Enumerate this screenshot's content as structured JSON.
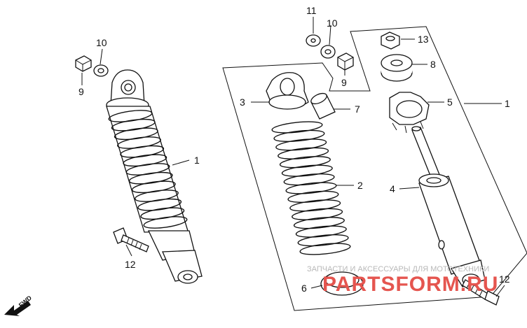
{
  "callouts": {
    "assembled_shock": "1",
    "exploded_assembly": "1",
    "spring": "2",
    "spring_seat_upper": "3",
    "damper": "4",
    "adjuster": "5",
    "spring_seat_lower": "6",
    "collar": "7",
    "bush": "8",
    "nut_upper_left": "9",
    "washer_upper_left": "10",
    "nut_upper_right": "9",
    "washer_upper_right": "10",
    "washer_top": "11",
    "bolt_left": "12",
    "bolt_right": "12",
    "lock_nut": "13"
  },
  "direction_marker": "FWD",
  "watermark": {
    "line1": "ЗАПЧАСТИ И АКСЕССУАРЫ ДЛЯ МОТОТЕХНИКИ",
    "line2": "PARTSFORM.RU"
  },
  "colors": {
    "line": "#111111",
    "watermark_text": "#b8b8b8",
    "watermark_logo": "#e5554f"
  }
}
